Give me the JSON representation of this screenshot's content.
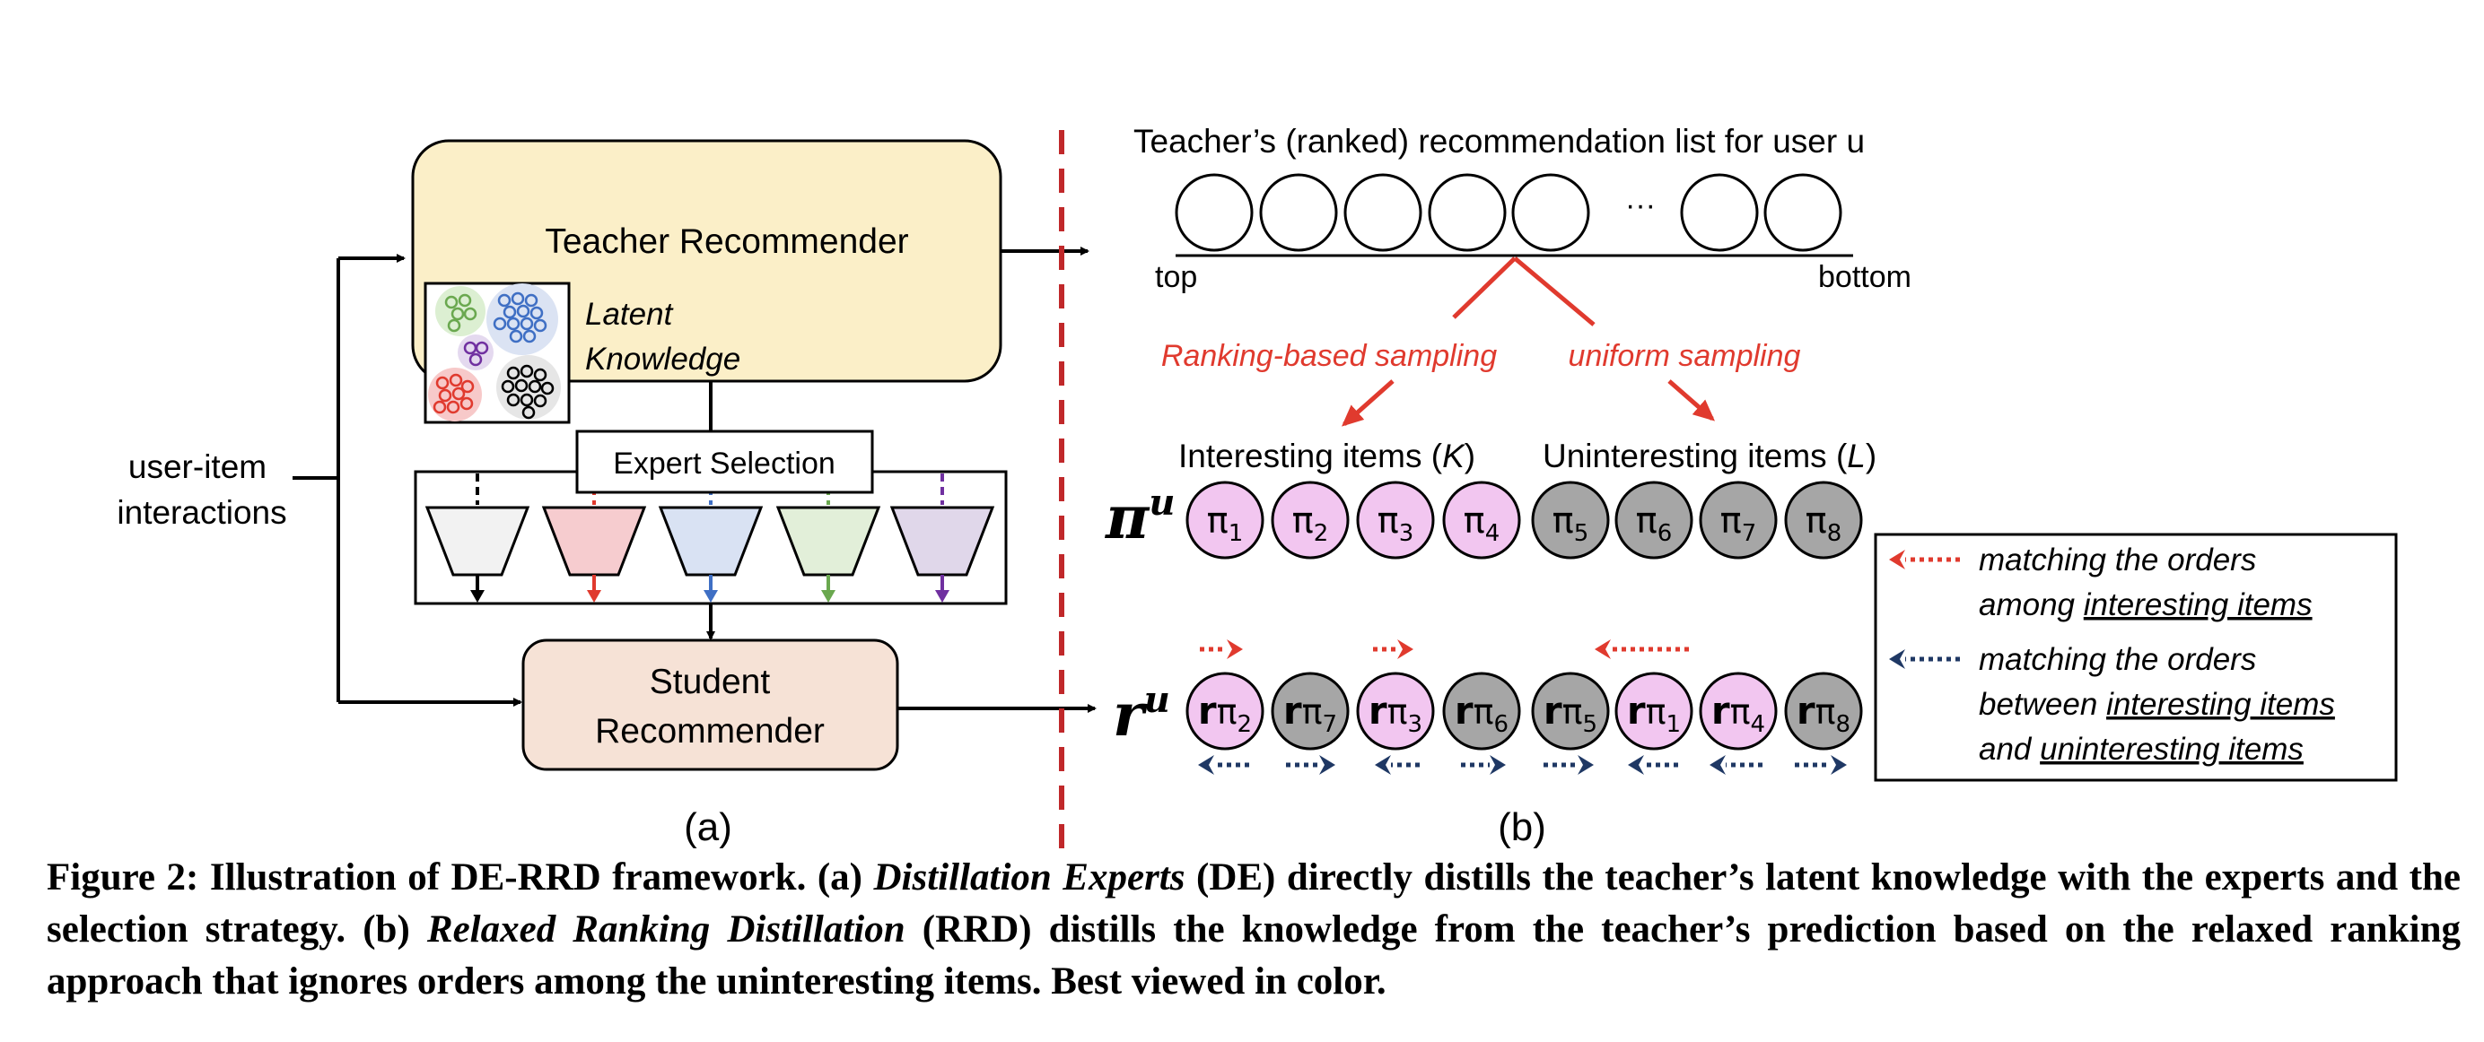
{
  "panel_a": {
    "input_label_line1": "user-item",
    "input_label_line2": "interactions",
    "teacher_label": "Teacher Recommender",
    "latent_line1": "Latent",
    "latent_line2": "Knowledge",
    "expert_selection_label": "Expert Selection",
    "student_line1": "Student",
    "student_line2": "Recommender",
    "panel_label": "(a)",
    "expert_colors": [
      "#f2f2f2",
      "#f6cccf",
      "#d9e2f3",
      "#e2efd9",
      "#e0d7ea"
    ],
    "expert_arrow_colors": [
      "#000000",
      "#e03a2e",
      "#3f6fc4",
      "#6aa84f",
      "#7030a0"
    ]
  },
  "panel_b": {
    "list_title": "Teacher’s (ranked) recommendation list for user u",
    "ellipsis": "···",
    "top_label": "top",
    "bottom_label": "bottom",
    "sampling_left": "Ranking-based sampling",
    "sampling_right": "uniform sampling",
    "interesting_label": "Interesting items (",
    "interesting_var": "K",
    "uninteresting_label": "Uninteresting items (",
    "uninteresting_var": "L",
    "close_paren": ")",
    "pi_symbol": "π",
    "pi_superscript": "u",
    "r_symbol": "r",
    "r_superscript": "u",
    "pi_row": [
      {
        "sub": "1",
        "type": "interesting"
      },
      {
        "sub": "2",
        "type": "interesting"
      },
      {
        "sub": "3",
        "type": "interesting"
      },
      {
        "sub": "4",
        "type": "interesting"
      },
      {
        "sub": "5",
        "type": "uninteresting"
      },
      {
        "sub": "6",
        "type": "uninteresting"
      },
      {
        "sub": "7",
        "type": "uninteresting"
      },
      {
        "sub": "8",
        "type": "uninteresting"
      }
    ],
    "r_row": [
      {
        "sub": "2",
        "type": "interesting"
      },
      {
        "sub": "7",
        "type": "uninteresting"
      },
      {
        "sub": "3",
        "type": "interesting"
      },
      {
        "sub": "6",
        "type": "uninteresting"
      },
      {
        "sub": "5",
        "type": "uninteresting"
      },
      {
        "sub": "1",
        "type": "interesting"
      },
      {
        "sub": "4",
        "type": "interesting"
      },
      {
        "sub": "8",
        "type": "uninteresting"
      }
    ],
    "legend": {
      "red_line1": "matching the orders",
      "red_line2_prefix": "among ",
      "red_line2_underlined": "interesting items",
      "blue_line1": "matching the orders",
      "blue_line2_prefix": "between ",
      "blue_line2_underlined": "interesting items",
      "blue_line3_prefix": "and ",
      "blue_line3_underlined": "uninteresting items"
    },
    "panel_label": "(b)"
  },
  "colors": {
    "interesting_fill": "#f2c6f0",
    "uninteresting_fill": "#a6a6a6",
    "teacher_fill": "#fbefc8",
    "student_fill": "#f6e2d6",
    "sampling_red": "#e03a2e",
    "divider_red": "#c0282a",
    "blue_dot": "#1f3864"
  },
  "caption": {
    "prefix": "Figure 2: Illustration of DE-RRD framework. (a) ",
    "de_name": "Distillation Experts",
    "de_text": " (DE) directly distills the teacher’s latent knowledge with the experts and the selection strategy. (b) ",
    "rrd_name": "Relaxed Ranking Distillation",
    "rrd_text": " (RRD) distills the knowledge from the teacher’s prediction based on the relaxed ranking approach that ignores orders among the uninteresting items. Best viewed in color."
  }
}
